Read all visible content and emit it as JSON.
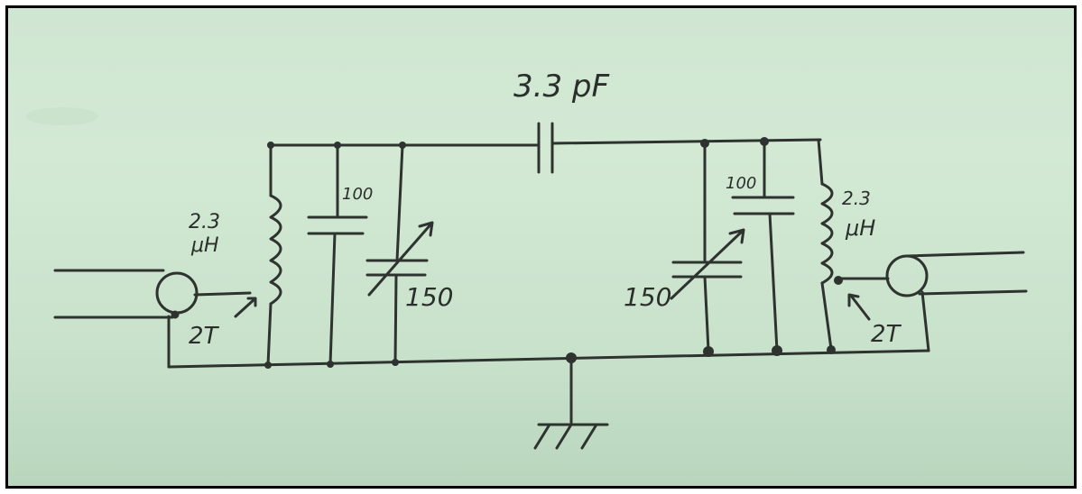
{
  "labels": {
    "coupling_cap": "3.3 pF",
    "left_inductor_value": "2.3",
    "left_inductor_unit": "μH",
    "left_fixed_cap": "100",
    "left_var_cap": "150",
    "left_tap": "2T",
    "right_fixed_cap": "100",
    "right_var_cap": "150",
    "right_inductor_value": "2.3",
    "right_inductor_unit": "μH",
    "right_tap": "2T"
  },
  "colors": {
    "ink": "#2b2f2c",
    "paper": "#cfe6d2"
  }
}
